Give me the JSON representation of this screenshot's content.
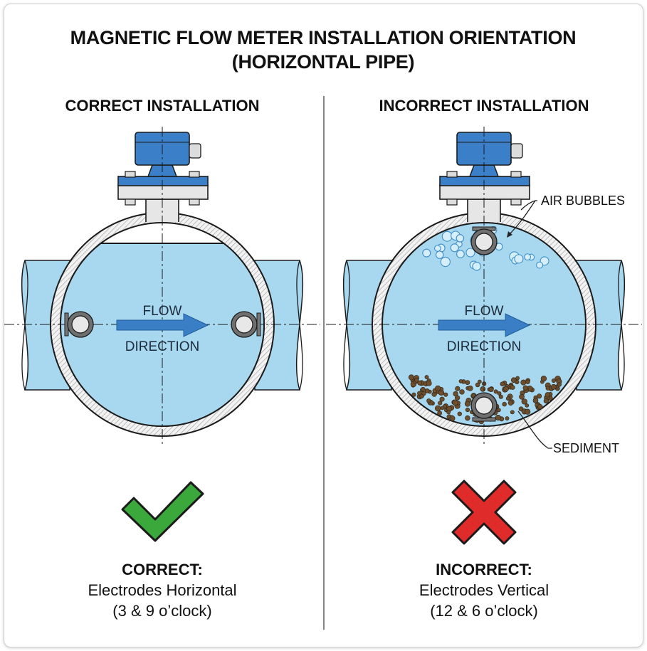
{
  "title_line1": "MAGNETIC FLOW METER INSTALLATION ORIENTATION",
  "title_line2": "(HORIZONTAL PIPE)",
  "left": {
    "heading": "CORRECT INSTALLATION",
    "flow_label": "FLOW",
    "direction_label": "DIRECTION",
    "result_icon": "check-icon",
    "result_color": "#3aa83a",
    "caption_bold": "CORRECT:",
    "caption_line1": "Electrodes Horizontal",
    "caption_line2": "(3 & 9 o’clock)"
  },
  "right": {
    "heading": "INCORRECT INSTALLATION",
    "flow_label": "FLOW",
    "direction_label": "DIRECTION",
    "air_label": "AIR BUBBLES",
    "sediment_label": "SEDIMENT",
    "result_icon": "x-icon",
    "result_color": "#e02b2b",
    "caption_bold": "INCORRECT:",
    "caption_line1": "Electrodes Vertical",
    "caption_line2": "(12 & 6 o’clock)"
  },
  "colors": {
    "water": "#a8d8ef",
    "housing_blue": "#3a7fc8",
    "arrow_blue": "#3a7ec6",
    "sediment": "#6b4e2e"
  }
}
